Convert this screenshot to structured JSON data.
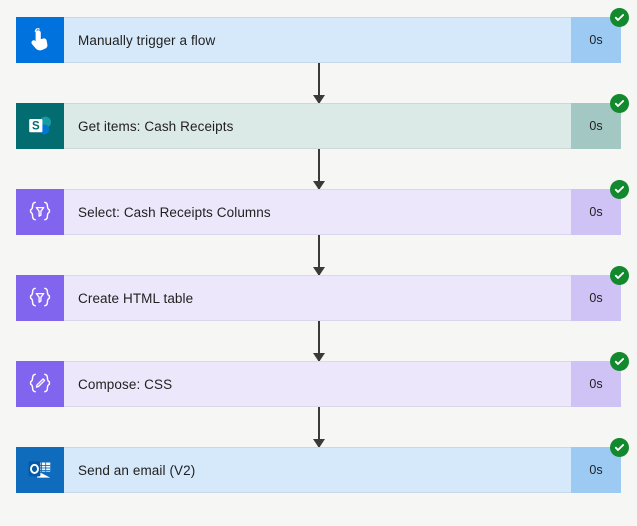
{
  "flow": {
    "background_color": "#f6f6f5",
    "connector_color": "#3b3a39",
    "status_badge_color": "#12892c",
    "steps": [
      {
        "label": "Manually trigger a flow",
        "duration": "0s",
        "status": "succeeded",
        "icon": "manual-trigger-tap-icon",
        "icon_tile_color": "#0072DE",
        "body_color": "#d6e9fb",
        "duration_color": "#9ccaf2"
      },
      {
        "label": "Get items: Cash Receipts",
        "duration": "0s",
        "status": "succeeded",
        "icon": "sharepoint-icon",
        "icon_tile_color": "#036C70",
        "body_color": "#dceae7",
        "duration_color": "#a3c8c3"
      },
      {
        "label": "Select: Cash Receipts Columns",
        "duration": "0s",
        "status": "succeeded",
        "icon": "select-data-operation-icon",
        "icon_tile_color": "#8265ef",
        "body_color": "#ece7fb",
        "duration_color": "#cfc2f5"
      },
      {
        "label": "Create HTML table",
        "duration": "0s",
        "status": "succeeded",
        "icon": "select-data-operation-icon",
        "icon_tile_color": "#8265ef",
        "body_color": "#ece7fb",
        "duration_color": "#cfc2f5"
      },
      {
        "label": "Compose: CSS",
        "duration": "0s",
        "status": "succeeded",
        "icon": "compose-data-operation-icon",
        "icon_tile_color": "#8265ef",
        "body_color": "#ece7fb",
        "duration_color": "#cfc2f5"
      },
      {
        "label": "Send an email (V2)",
        "duration": "0s",
        "status": "succeeded",
        "icon": "outlook-icon",
        "icon_tile_color": "#0F6CBD",
        "body_color": "#d6e9fb",
        "duration_color": "#9ccaf2"
      }
    ]
  }
}
